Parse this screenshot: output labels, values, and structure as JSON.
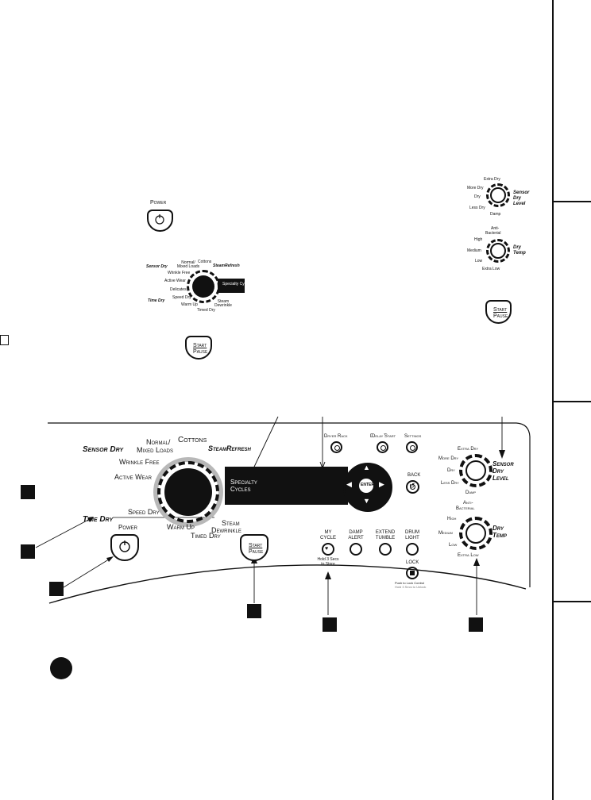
{
  "top_panel": {
    "power_label": "Power",
    "start_pause": {
      "line1": "Start",
      "line2": "Pause"
    },
    "dial_labels": {
      "sensor_dry": "Sensor Dry",
      "normal_mixed": "Normal/ Mixed Loads",
      "cottons": "Cottons",
      "steam_refresh": "SteamRefresh",
      "wrinkle_free": "Wrinkle Free",
      "active_wear": "Active Wear",
      "delicates": "Delicates",
      "specialty": "Specialty Cycles",
      "speed_dry": "Speed Dry",
      "time_dry": "Time Dry",
      "warm_up": "Warm Up",
      "timed_dry": "Timed Dry",
      "steam_dewrinkle": "Steam Dewrinkle"
    },
    "dry_level": {
      "extra_dry": "Extra Dry",
      "more_dry": "More Dry",
      "dry": "Dry",
      "less_dry": "Less Dry",
      "damp": "Damp",
      "title1": "Sensor",
      "title2": "Dry",
      "title3": "Level"
    },
    "dry_temp": {
      "anti": "Anti-",
      "bacterial": "Bacterial",
      "high": "High",
      "medium": "Medium",
      "low": "Low",
      "extra_low": "Extra Low",
      "title1": "Dry",
      "title2": "Temp"
    }
  },
  "main_panel": {
    "sensor_dry": "Sensor Dry",
    "normal_mixed_1": "Normal/",
    "normal_mixed_2": "Mixed Loads",
    "cottons": "Cottons",
    "steam_refresh": "SteamRefresh",
    "wrinkle_free": "Wrinkle Free",
    "active_wear": "Active Wear",
    "specialty_1": "Specialty",
    "specialty_2": "Cycles",
    "speed_dry": "Speed Dry",
    "time_dry": "Time Dry",
    "power": "Power",
    "warm_up": "Warm Up",
    "timed_dry": "Timed Dry",
    "steam_1": "Steam",
    "steam_2": "Dewrinkle",
    "start": "Start",
    "pause": "Pause",
    "dryer_rack": "Dryer Rack",
    "delay_start": "Delay Start",
    "settings": "Settings",
    "enter": "ENTER",
    "back": "BACK",
    "my_cycle_1": "MY",
    "my_cycle_2": "CYCLE",
    "hold_1": "Hold 3 Secs",
    "hold_2": "to Store",
    "damp_1": "DAMP",
    "damp_2": "ALERT",
    "extend_1": "EXTEND",
    "extend_2": "TUMBLE",
    "drum_1": "DRUM",
    "drum_2": "LIGHT",
    "lock": "LOCK",
    "lock_note_1": "Push to Lock Control",
    "lock_note_2": "Hold 3 Secs to Unlock",
    "level_extra_dry": "Extra Dry",
    "level_more_dry": "More Dry",
    "level_dry": "Dry",
    "level_less_dry": "Less Dry",
    "level_damp": "Damp",
    "level_title_1": "Sensor",
    "level_title_2": "Dry",
    "level_title_3": "Level",
    "temp_anti": "Anti-",
    "temp_bacterial": "Bacterial",
    "temp_high": "High",
    "temp_medium": "Medium",
    "temp_low": "Low",
    "temp_extra_low": "Extra Low",
    "temp_title_1": "Dry",
    "temp_title_2": "Temp"
  },
  "icons": {
    "power": "power-icon",
    "heart": "heart-icon",
    "lock": "lock-icon",
    "back": "back-arrow-icon",
    "nav": "direction-pad-icon"
  }
}
